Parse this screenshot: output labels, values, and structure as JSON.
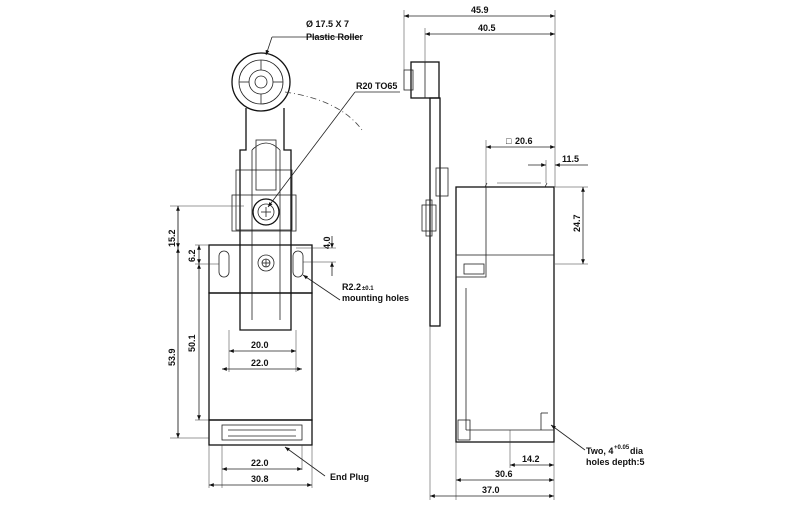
{
  "front_view": {
    "roller_dia_label": "Ø 17.5  X 7",
    "roller_material_label": "Plastic Roller",
    "radius_label": "R20 TO65",
    "height_152": "15.2",
    "height_62": "6.2",
    "height_40": "4.0",
    "mount_hole_label": "R2.2",
    "mount_hole_tol": "±0.1",
    "mount_hole_note": "mounting holes",
    "height_539": "53.9",
    "height_501": "50.1",
    "width_200": "20.0",
    "width_220_top": "22.0",
    "width_220_bottom": "22.0",
    "width_308": "30.8",
    "end_plug_label": "End Plug"
  },
  "side_view": {
    "width_459": "45.9",
    "width_405": "40.5",
    "width_206_prefix": "□",
    "width_206": "20.6",
    "width_115": "11.5",
    "height_247": "24.7",
    "width_142": "14.2",
    "width_306": "30.6",
    "width_370": "37.0",
    "holes_note_line1": "Two, 4",
    "holes_note_sup": "+0.05",
    "holes_note_after": "dia",
    "holes_note_line2": "holes depth:5"
  }
}
